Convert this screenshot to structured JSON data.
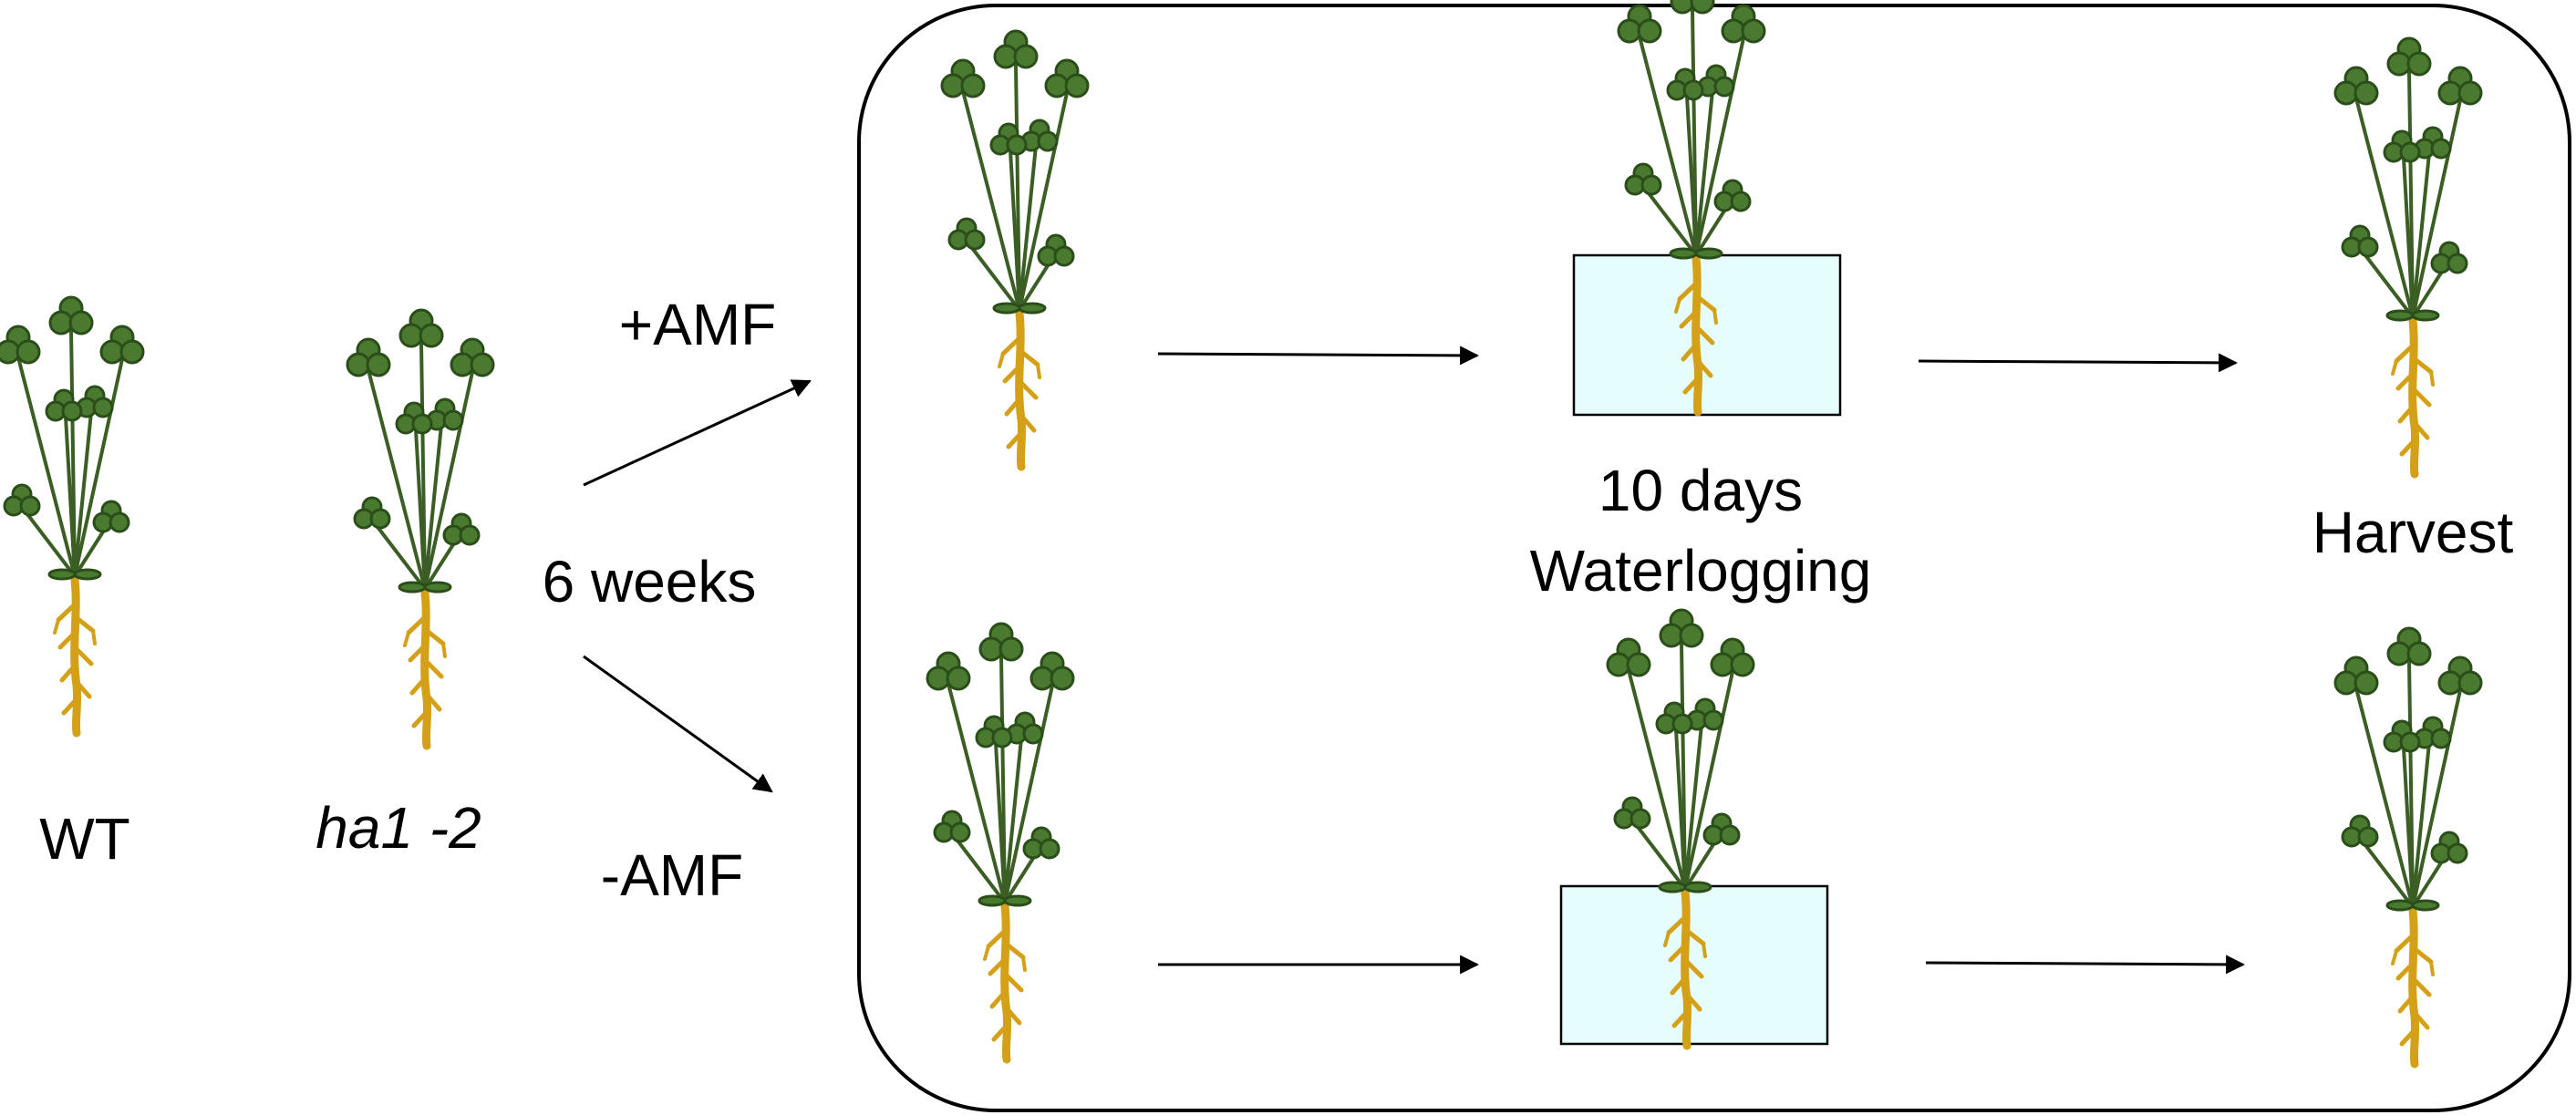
{
  "labels": {
    "wt": "WT",
    "mutant": "ha1 -2",
    "plus_amf": "+AMF",
    "minus_amf": "-AMF",
    "duration": "6 weeks",
    "treatment_line1": "10 days",
    "treatment_line2": "Waterlogging",
    "harvest": "Harvest"
  },
  "colors": {
    "leaf": "#4a7a30",
    "leaf_outline": "#2b4d1a",
    "stem": "#3a5e24",
    "root": "#d4a017",
    "water": "#e6fdfd",
    "outline": "#000000"
  },
  "icons": {
    "plant": "clover-plant-icon",
    "water_box": "waterlogging-box"
  }
}
